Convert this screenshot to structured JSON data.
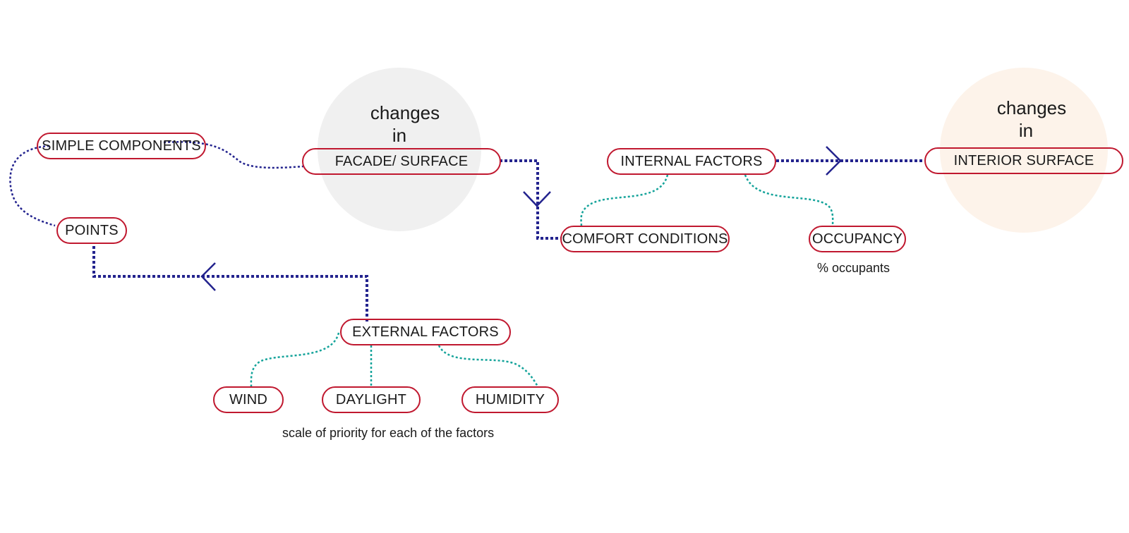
{
  "colors": {
    "node_border": "#c0182f",
    "main_link": "#23238e",
    "sub_link": "#14a39a",
    "facade_circle": "#f0f0f0",
    "interior_circle": "#fdf3ea"
  },
  "headings": {
    "facade": {
      "line1": "changes",
      "line2": "in"
    },
    "interior": {
      "line1": "changes",
      "line2": "in"
    }
  },
  "nodes": {
    "simple_components": "SIMPLE COMPONENTS",
    "points": "POINTS",
    "facade_surface": "FACADE/ SURFACE",
    "internal_factors": "INTERNAL FACTORS",
    "interior_surface": "INTERIOR SURFACE",
    "comfort_conditions": "COMFORT CONDITIONS",
    "occupancy": "OCCUPANCY",
    "external_factors": "EXTERNAL FACTORS",
    "wind": "WIND",
    "daylight": "DAYLIGHT",
    "humidity": "HUMIDITY"
  },
  "notes": {
    "occupants": "% occupants",
    "priority": "scale of priority for each of the factors"
  }
}
